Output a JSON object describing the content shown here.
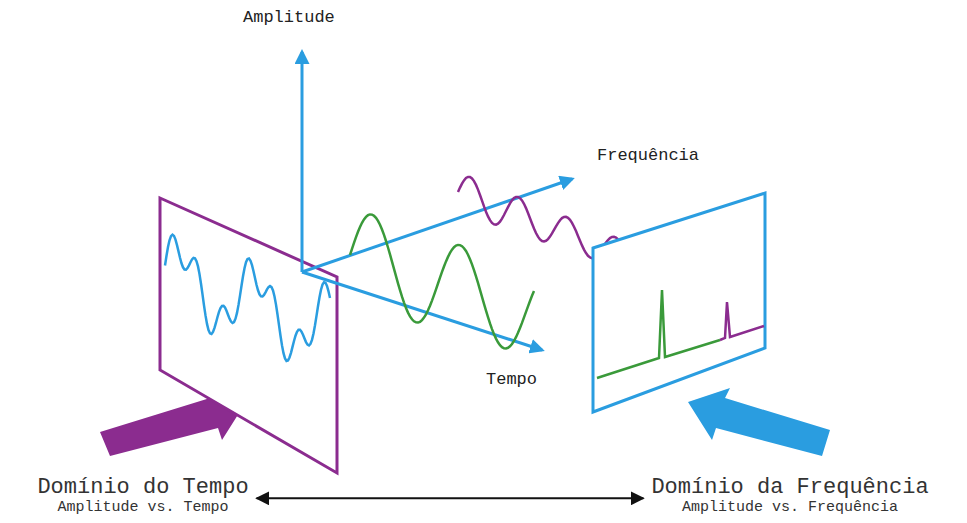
{
  "diagram": {
    "nodes": [
      {
        "text": [
          "Domínio do Tempo",
          "Amplitude vs. Tempo"
        ]
      },
      {
        "text": [
          "Domínio da Frequência",
          "Amplitude vs. Frequência"
        ]
      }
    ],
    "edges": [
      {
        "from": 0,
        "to": 1,
        "arrow": "both"
      }
    ],
    "labels": [
      "Amplitude",
      "Frequência",
      "Tempo"
    ]
  }
}
